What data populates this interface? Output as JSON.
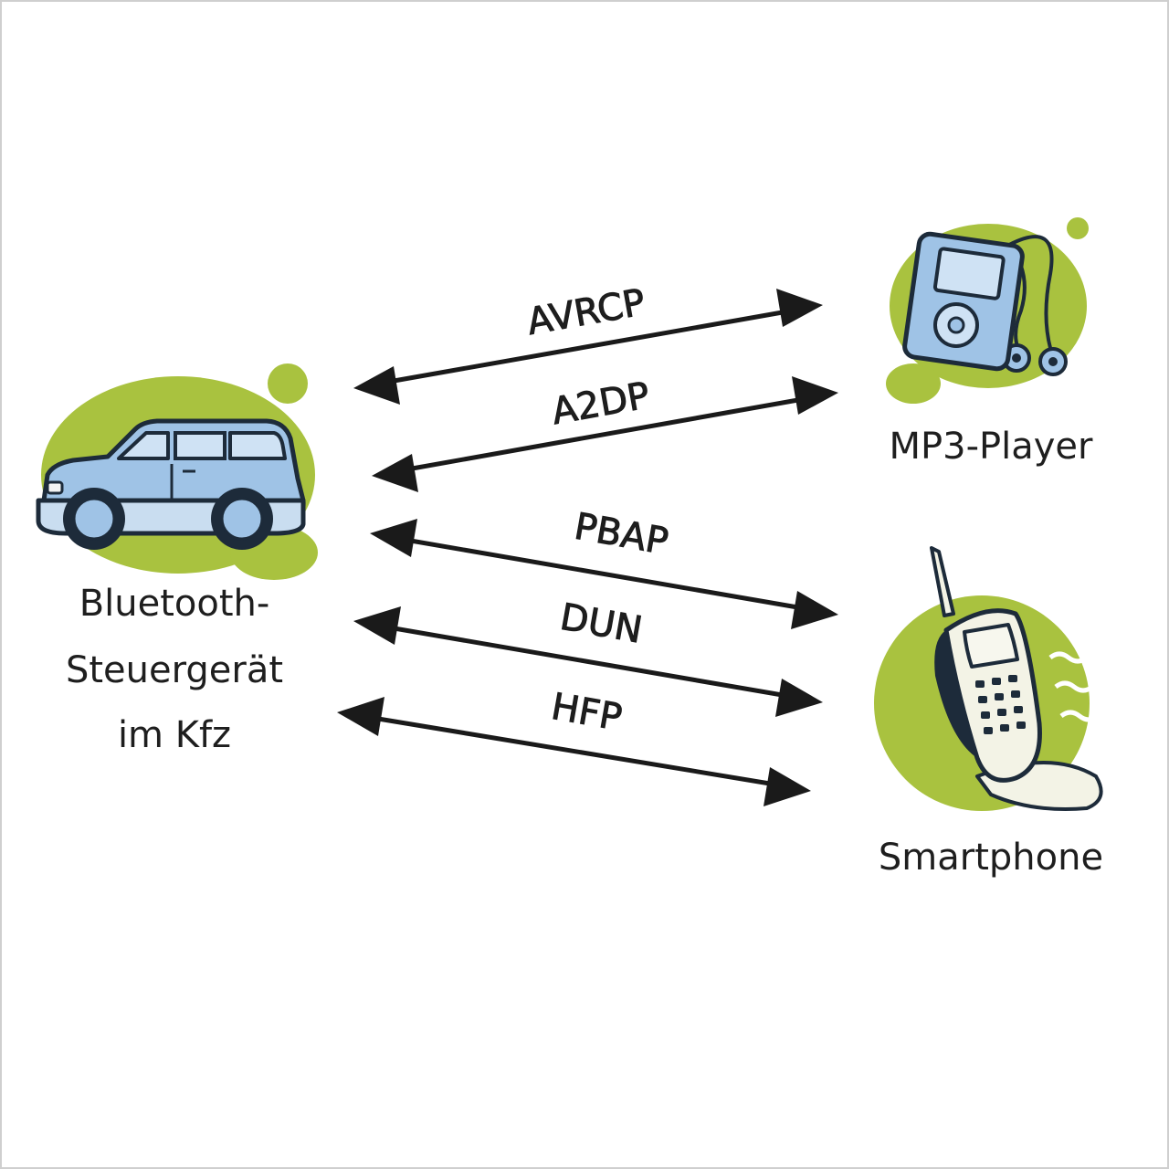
{
  "colors": {
    "accent_green": "#a9c23f",
    "device_blue": "#9fc3e6",
    "outline": "#1d2b3a",
    "arrow": "#1a1a1a"
  },
  "nodes": {
    "car": {
      "icon": "car-icon",
      "label_lines": [
        "Bluetooth-",
        "Steuergerät",
        "im Kfz"
      ]
    },
    "mp3": {
      "icon": "mp3-player-icon",
      "label": "MP3-Player"
    },
    "phone": {
      "icon": "mobile-phone-icon",
      "label": "Smartphone"
    }
  },
  "connections": [
    {
      "label": "AVRCP",
      "from": "car",
      "to": "mp3"
    },
    {
      "label": "A2DP",
      "from": "car",
      "to": "mp3"
    },
    {
      "label": "PBAP",
      "from": "car",
      "to": "phone"
    },
    {
      "label": "DUN",
      "from": "car",
      "to": "phone"
    },
    {
      "label": "HFP",
      "from": "car",
      "to": "phone"
    }
  ]
}
